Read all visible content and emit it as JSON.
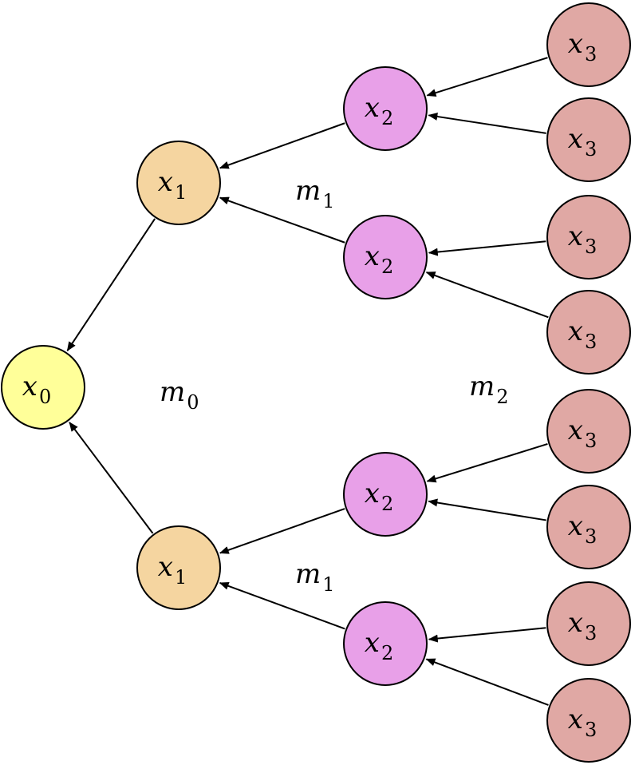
{
  "colors": {
    "level0": "#ffff99",
    "level1": "#f5d5a0",
    "level2": "#e8a0e8",
    "level3": "#e0a8a4",
    "stroke": "#000000"
  },
  "nodes": [
    {
      "id": "x0",
      "level": 0,
      "base": "x",
      "sub": "0"
    },
    {
      "id": "x1a",
      "level": 1,
      "base": "x",
      "sub": "1"
    },
    {
      "id": "x1b",
      "level": 1,
      "base": "x",
      "sub": "1"
    },
    {
      "id": "x2a",
      "level": 2,
      "base": "x",
      "sub": "2"
    },
    {
      "id": "x2b",
      "level": 2,
      "base": "x",
      "sub": "2"
    },
    {
      "id": "x2c",
      "level": 2,
      "base": "x",
      "sub": "2"
    },
    {
      "id": "x2d",
      "level": 2,
      "base": "x",
      "sub": "2"
    },
    {
      "id": "x3a",
      "level": 3,
      "base": "x",
      "sub": "3"
    },
    {
      "id": "x3b",
      "level": 3,
      "base": "x",
      "sub": "3"
    },
    {
      "id": "x3c",
      "level": 3,
      "base": "x",
      "sub": "3"
    },
    {
      "id": "x3d",
      "level": 3,
      "base": "x",
      "sub": "3"
    },
    {
      "id": "x3e",
      "level": 3,
      "base": "x",
      "sub": "3"
    },
    {
      "id": "x3f",
      "level": 3,
      "base": "x",
      "sub": "3"
    },
    {
      "id": "x3g",
      "level": 3,
      "base": "x",
      "sub": "3"
    },
    {
      "id": "x3h",
      "level": 3,
      "base": "x",
      "sub": "3"
    }
  ],
  "edges": [
    {
      "from": "x1a",
      "to": "x0"
    },
    {
      "from": "x1b",
      "to": "x0"
    },
    {
      "from": "x2a",
      "to": "x1a"
    },
    {
      "from": "x2b",
      "to": "x1a"
    },
    {
      "from": "x2c",
      "to": "x1b"
    },
    {
      "from": "x2d",
      "to": "x1b"
    },
    {
      "from": "x3a",
      "to": "x2a"
    },
    {
      "from": "x3b",
      "to": "x2a"
    },
    {
      "from": "x3c",
      "to": "x2b"
    },
    {
      "from": "x3d",
      "to": "x2b"
    },
    {
      "from": "x3e",
      "to": "x2c"
    },
    {
      "from": "x3f",
      "to": "x2c"
    },
    {
      "from": "x3g",
      "to": "x2d"
    },
    {
      "from": "x3h",
      "to": "x2d"
    }
  ],
  "edge_labels": [
    {
      "id": "m0",
      "base": "m",
      "sub": "0"
    },
    {
      "id": "m1a",
      "base": "m",
      "sub": "1"
    },
    {
      "id": "m1b",
      "base": "m",
      "sub": "1"
    },
    {
      "id": "m2",
      "base": "m",
      "sub": "2"
    }
  ]
}
